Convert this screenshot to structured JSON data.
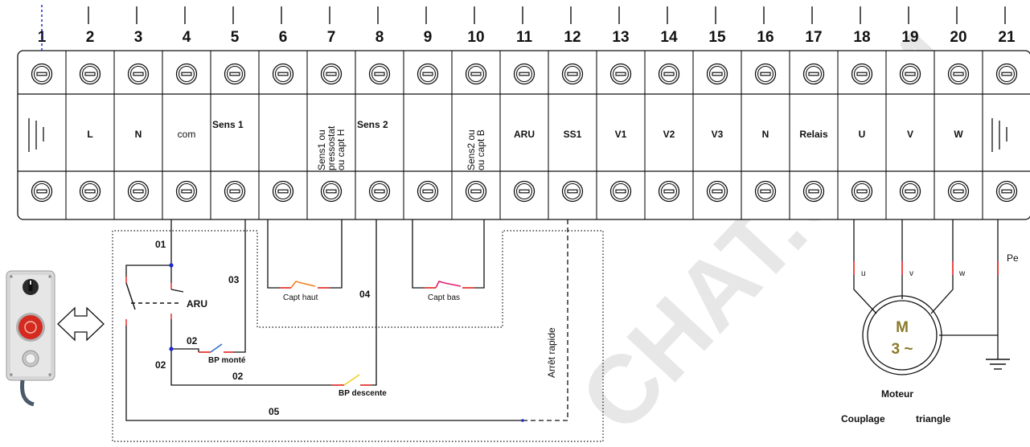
{
  "terminals": [
    {
      "number": "1",
      "label": "",
      "icon": "earth-symbol"
    },
    {
      "number": "2",
      "label": "L"
    },
    {
      "number": "3",
      "label": "N"
    },
    {
      "number": "4",
      "label": "com"
    },
    {
      "number": "5",
      "label": "Sens 1"
    },
    {
      "number": "6",
      "label": ""
    },
    {
      "number": "7",
      "label_lines": [
        "Sens1 ou",
        "pressostat",
        "ou capt H"
      ]
    },
    {
      "number": "8",
      "label": "Sens 2"
    },
    {
      "number": "9",
      "label": ""
    },
    {
      "number": "10",
      "label_lines": [
        "Sens2 ou",
        "ou capt B"
      ]
    },
    {
      "number": "11",
      "label": "ARU"
    },
    {
      "number": "12",
      "label": "SS1"
    },
    {
      "number": "13",
      "label": "V1"
    },
    {
      "number": "14",
      "label": "V2"
    },
    {
      "number": "15",
      "label": "V3"
    },
    {
      "number": "16",
      "label": "N"
    },
    {
      "number": "17",
      "label": "Relais"
    },
    {
      "number": "18",
      "label": "U"
    },
    {
      "number": "19",
      "label": "V"
    },
    {
      "number": "20",
      "label": "W"
    },
    {
      "number": "21",
      "label": "",
      "icon": "earth-symbol"
    }
  ],
  "wires": {
    "w01": "01",
    "w02a": "02",
    "w02b": "02",
    "w02c": "02",
    "w03": "03",
    "w04": "04",
    "w05": "05"
  },
  "components": {
    "aru": "ARU",
    "bp_monte": "BP monté",
    "bp_descente": "BP descente",
    "capt_haut": "Capt haut",
    "capt_bas": "Capt bas",
    "arret_rapide": "Arrêt rapide"
  },
  "motor": {
    "symbol": "M",
    "phase": "3 ~",
    "terminal_u": "u",
    "terminal_v": "v",
    "terminal_w": "w",
    "earth": "Pe",
    "title": "Moteur",
    "coupling_1": "Couplage",
    "coupling_2": "triangle"
  },
  "watermark": "CHAT.COM",
  "colors": {
    "contact_red": "#e0201a",
    "contact_orange": "#f08020",
    "contact_blue": "#3070d0",
    "contact_yellow": "#f0d020",
    "contact_pink": "#e02070",
    "node_blue": "#1a2ad0"
  }
}
